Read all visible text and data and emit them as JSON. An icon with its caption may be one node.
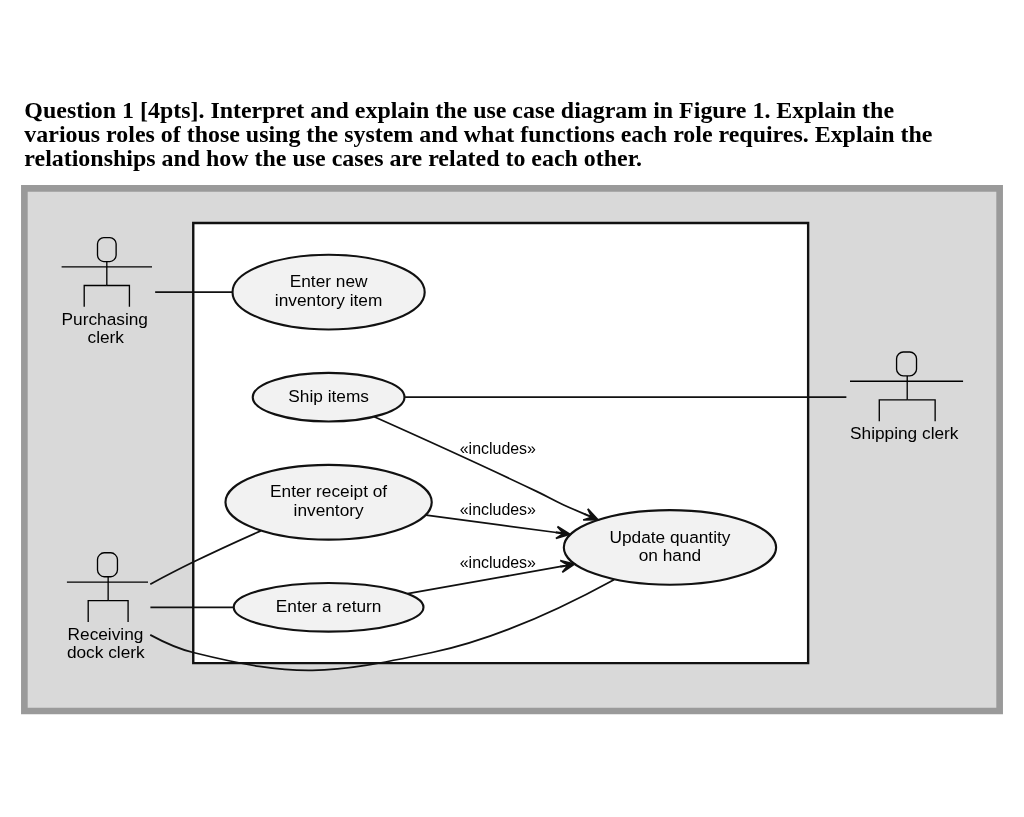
{
  "diagram": {
    "title": "Question 1 [4pts]. Interpret and explain the use case diagram in Figure 1. Explain the various roles of those using the system and what functions each role requires. Explain the relationships and how the use cases are related to each other.",
    "nodes": [
      {
        "text": [],
        "shape": "box"
      },
      {
        "text": [
          "Purchasing clerk"
        ],
        "in": 0
      },
      {
        "text": [
          "Receiving dock clerk"
        ],
        "in": 0
      },
      {
        "text": [
          "Shipping clerk"
        ],
        "in": 0
      },
      {
        "text": [],
        "shape": "box",
        "in": 0
      },
      {
        "text": [
          "Enter new inventory item"
        ],
        "in": 4
      },
      {
        "text": [
          "Enter receipt of inventory"
        ],
        "in": 4
      },
      {
        "text": [
          "Ship items"
        ],
        "in": 4
      },
      {
        "text": [
          "Update quantity on hand"
        ],
        "in": 4
      },
      {
        "text": [
          "Enter a return"
        ],
        "in": 4
      }
    ],
    "edges": [
      {
        "from": 1,
        "to": 5,
        "arrow": "none"
      },
      {
        "from": 2,
        "to": 6,
        "arrow": "none"
      },
      {
        "from": 2,
        "to": 8,
        "arrow": "none"
      },
      {
        "from": 2,
        "to": 9,
        "arrow": "none"
      },
      {
        "from": 7,
        "to": 3,
        "arrow": "none"
      },
      {
        "from": 6,
        "to": 8,
        "arrow": "to",
        "label": "«includes»"
      },
      {
        "from": 7,
        "to": 8,
        "arrow": "to",
        "label": "«includes»"
      },
      {
        "from": 9,
        "to": 8,
        "arrow": "to",
        "label": "«includes»"
      }
    ]
  }
}
